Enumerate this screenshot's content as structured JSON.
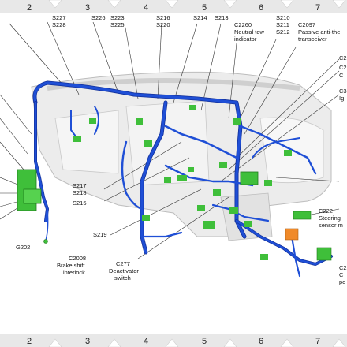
{
  "grid": {
    "columns_top": [
      "2",
      "3",
      "4",
      "5",
      "6",
      "7"
    ],
    "columns_bottom": [
      "2",
      "3",
      "4",
      "5",
      "6",
      "7"
    ]
  },
  "callouts": {
    "s227": "S227",
    "s228": "S228",
    "s226": "S226",
    "s223": "S223",
    "s225": "S225",
    "s216": "S216",
    "s220": "S220",
    "s214": "S214",
    "s213": "S213",
    "c2260_a": "C2260",
    "c2260_b": "Neutral tow",
    "c2260_c": "indicator",
    "s210": "S210",
    "s211": "S211",
    "s212": "S212",
    "c2097_a": "C2097",
    "c2097_b": "Passive anti-the",
    "c2097_c": "transceiver",
    "c2_1": "C2",
    "c2_2": "C2",
    "c2_3": "C",
    "c3_1": "C3",
    "ig": "Ig",
    "s217": "S217",
    "s218": "S218",
    "s215": "S215",
    "s219": "S219",
    "g202": "G202",
    "c2008_a": "C2008",
    "c2008_b": "Brake shift",
    "c2008_c": "interlock",
    "c277_a": "C277",
    "c277_b": "Deactivator",
    "c277_c": "switch",
    "c222_a": "C222",
    "c222_b": "Steering",
    "c222_c": "sensor m",
    "right_c2": "C2",
    "right_c": "C",
    "right_po": "po"
  },
  "colors": {
    "harness": "#1f4fd6",
    "harness_dark": "#12309a",
    "connector": "#3fbf3a",
    "connector_orange": "#f08a2a",
    "dash": "#d6d6d6",
    "leader": "#333333"
  }
}
